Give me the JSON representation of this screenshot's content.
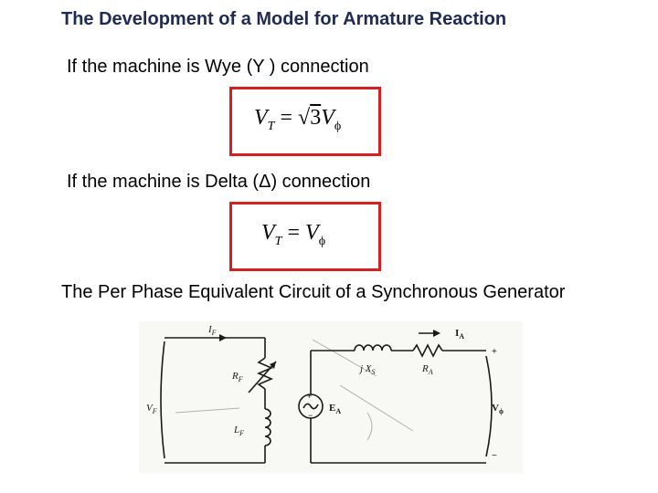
{
  "title": "The Development of a Model for Armature Reaction",
  "wye": {
    "text": "If the machine is Wye (Y ) connection",
    "eq": {
      "lhs": "V",
      "lhs_sub": "T",
      "op": "=",
      "root": "√",
      "radicand": "3",
      "rhs": "V",
      "rhs_sub": "ϕ"
    }
  },
  "delta": {
    "text": "If the machine is Delta (Δ) connection",
    "eq": {
      "lhs": "V",
      "lhs_sub": "T",
      "op": "=",
      "rhs": "V",
      "rhs_sub": "ϕ"
    }
  },
  "per_phase": {
    "text": "The Per Phase Equivalent Circuit of a Synchronous Generator"
  },
  "circuit": {
    "colors": {
      "wire": "#1a1a1a",
      "faded": "#b0b0b0",
      "paper": "#f8f8f4",
      "box_border": "#d42020",
      "title": "#1f2a55"
    },
    "labels": {
      "i_f": "I",
      "i_f_sub": "F",
      "r_f": "R",
      "r_f_sub": "F",
      "l_f": "L",
      "l_f_sub": "F",
      "v_f": "V",
      "v_f_sub": "F",
      "i_a": "I",
      "i_a_sub": "A",
      "jxs": "j X",
      "jxs_sub": "S",
      "r_a": "R",
      "r_a_sub": "A",
      "e_a": "E",
      "e_a_sub": "A",
      "v_phi": "V",
      "v_phi_sub": "ϕ",
      "plus": "+",
      "minus": "−"
    }
  }
}
